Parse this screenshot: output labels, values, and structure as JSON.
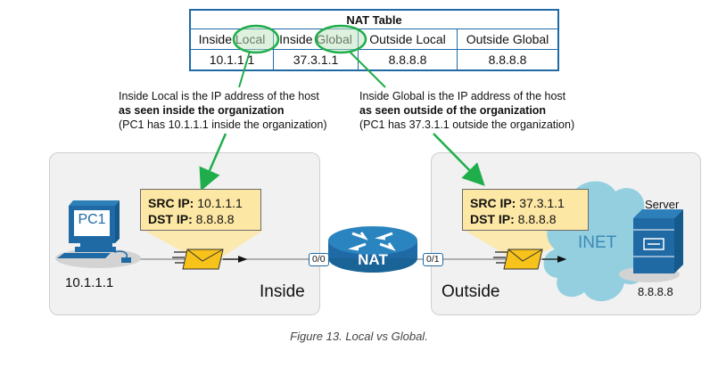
{
  "nat_table": {
    "title": "NAT Table",
    "headers": [
      "Inside Local",
      "Inside Global",
      "Outside Local",
      "Outside Global"
    ],
    "header_parts": {
      "inside_local_prefix": "Inside",
      "inside_local_highlight": "Local",
      "inside_global_prefix": "Inside",
      "inside_global_highlight": "Global"
    },
    "row": [
      "10.1.1.1",
      "37.3.1.1",
      "8.8.8.8",
      "8.8.8.8"
    ]
  },
  "notes": {
    "inside_local": {
      "line1": "Inside Local is the IP address of the host",
      "line2": "as seen inside the organization",
      "line3": "(PC1 has 10.1.1.1 inside the organization)"
    },
    "inside_global": {
      "line1": "Inside Global is the IP address of the host",
      "line2": "as seen outside of the organization",
      "line3": "(PC1 has 37.3.1.1 outside the organization)"
    }
  },
  "inside_zone": {
    "label": "Inside",
    "pc": {
      "name": "PC1",
      "ip": "10.1.1.1"
    },
    "packet": {
      "src_label": "SRC IP:",
      "src_value": "10.1.1.1",
      "dst_label": "DST IP:",
      "dst_value": "8.8.8.8"
    }
  },
  "router": {
    "label": "NAT",
    "port_inside": "0/0",
    "port_outside": "0/1"
  },
  "outside_zone": {
    "label": "Outside",
    "cloud_label": "INET",
    "server": {
      "name": "Server",
      "ip": "8.8.8.8"
    },
    "packet": {
      "src_label": "SRC IP:",
      "src_value": "37.3.1.1",
      "dst_label": "DST IP:",
      "dst_value": "8.8.8.8"
    }
  },
  "colors": {
    "device_blue": "#1f6aa5",
    "highlight_green": "#1fae4b",
    "packet_yellow": "#fde7a4",
    "envelope_yellow": "#f7c21a",
    "cloud_blue": "#94cfe0",
    "zone_gray": "#f1f1f1"
  },
  "caption": "Figure 13. Local vs Global."
}
